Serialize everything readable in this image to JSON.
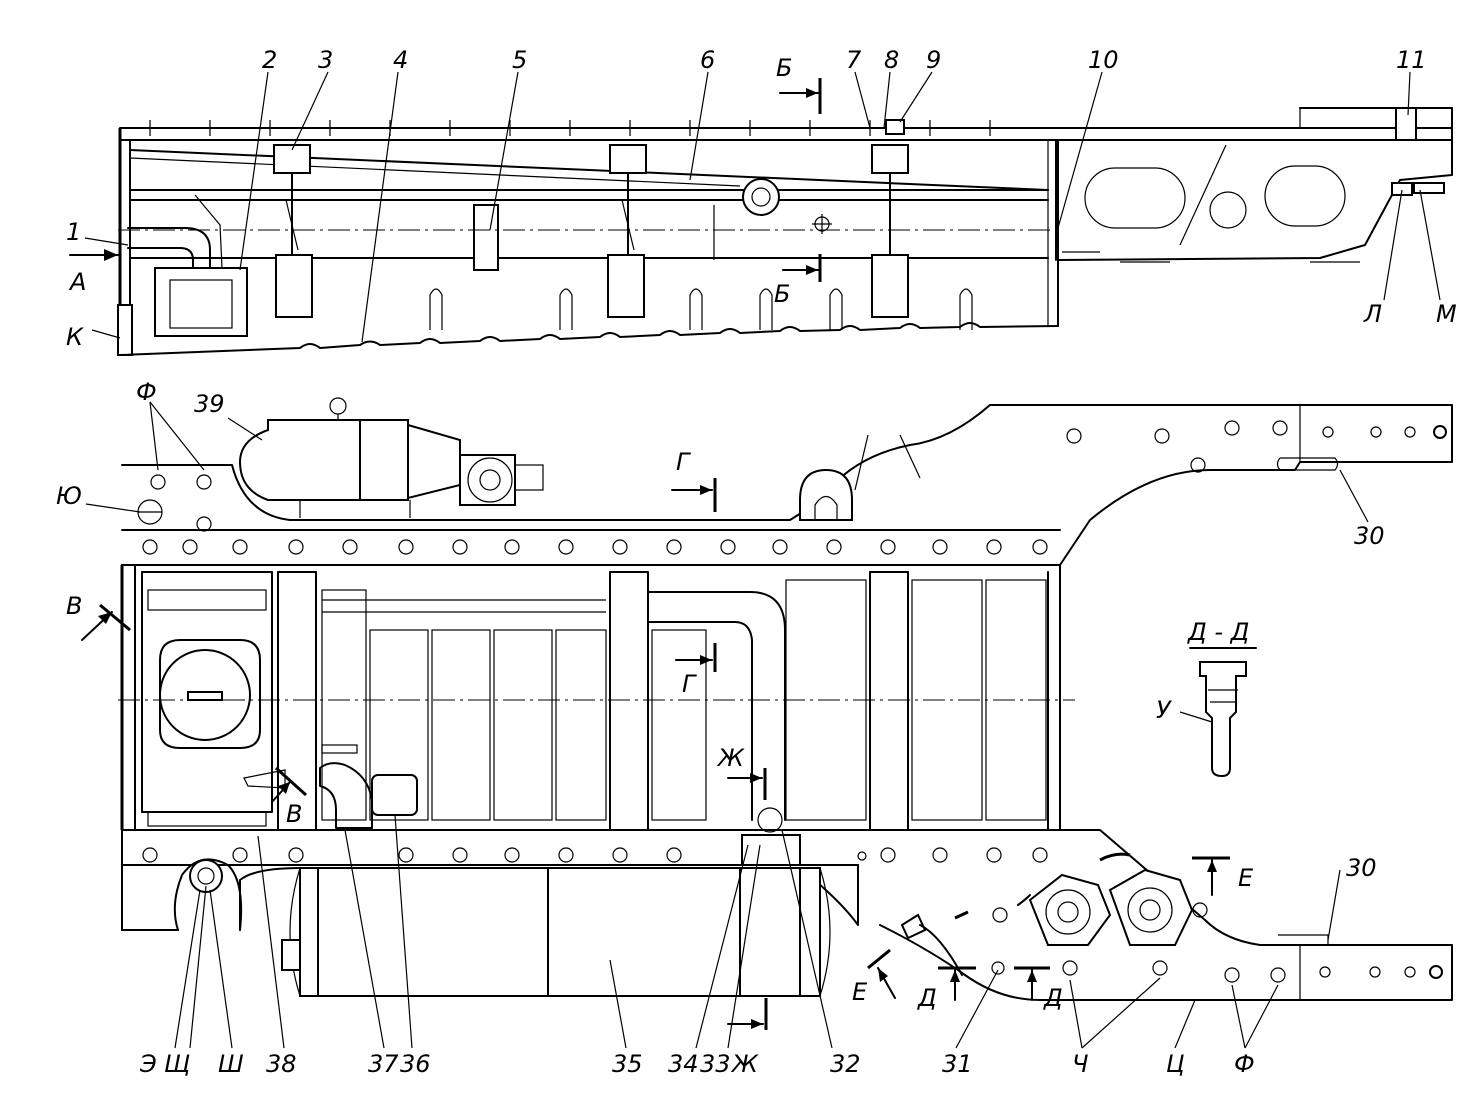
{
  "labels": {
    "n1": "1",
    "n2": "2",
    "n3": "3",
    "n4": "4",
    "n5": "5",
    "n6": "6",
    "n7": "7",
    "n8": "8",
    "n9": "9",
    "n10": "10",
    "n11": "11",
    "n30a": "30",
    "n30b": "30",
    "n31": "31",
    "n32": "32",
    "n33": "33",
    "n34": "34",
    "n35": "35",
    "n36": "36",
    "n37": "37",
    "n38": "38",
    "n39": "39",
    "A": "А",
    "K": "К",
    "L": "Л",
    "M": "М",
    "B_top": "Б",
    "B_bottom": "Б",
    "F_top": "Ф",
    "F_bottom": "Ф",
    "Yu": "Ю",
    "V_left": "В",
    "V_mid": "В",
    "G_top": "Г",
    "G_mid": "Г",
    "Zh_top": "Ж",
    "Zh_bottom": "Ж",
    "E_right": "Е",
    "E_left": "Е",
    "D_left": "Д",
    "D_right": "Д",
    "section_DD": "Д - Д",
    "U": "У",
    "E_bottom": "Э",
    "Shch": "Щ",
    "Sh": "Ш",
    "Ch": "Ч",
    "Ts": "Ц"
  }
}
